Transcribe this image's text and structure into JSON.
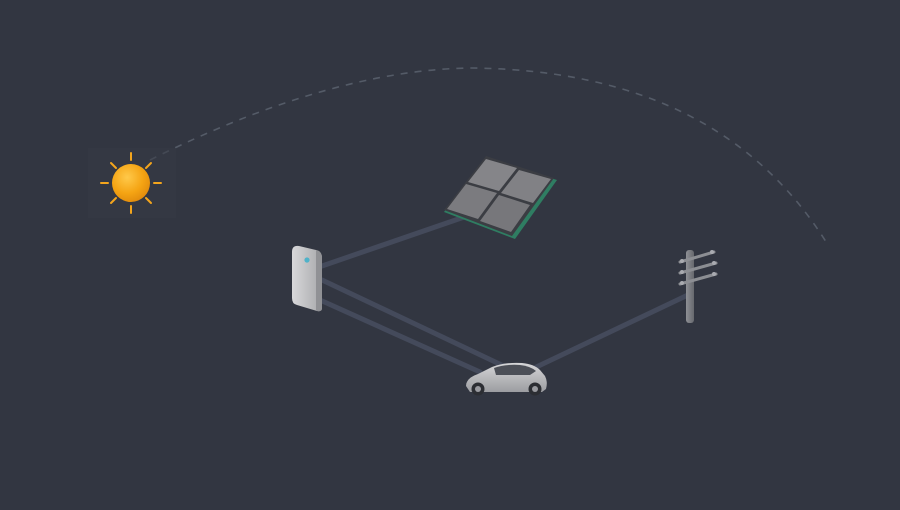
{
  "diagram": {
    "nodes": [
      {
        "id": "sun",
        "icon": "sun-icon"
      },
      {
        "id": "solar-panel",
        "icon": "solar-panel-icon"
      },
      {
        "id": "battery",
        "icon": "home-battery-icon"
      },
      {
        "id": "car",
        "icon": "electric-car-icon"
      },
      {
        "id": "grid",
        "icon": "utility-pole-icon"
      }
    ],
    "connections": [
      {
        "from": "battery",
        "to": "solar-panel"
      },
      {
        "from": "battery",
        "to": "car"
      },
      {
        "from": "grid",
        "to": "car"
      }
    ],
    "sun_path": "dashed-arc"
  },
  "colors": {
    "background": "#323641",
    "connection_line": "#444a5b",
    "sun_path": "#5b616e",
    "sun_core": "#f5a413",
    "sun_rays": "#f3a51d",
    "panel_cells": "#7b7b7f",
    "panel_frame": "#2f7d62",
    "device_body": "#bcbcbe",
    "indicator_light": "#4fb2c9"
  }
}
